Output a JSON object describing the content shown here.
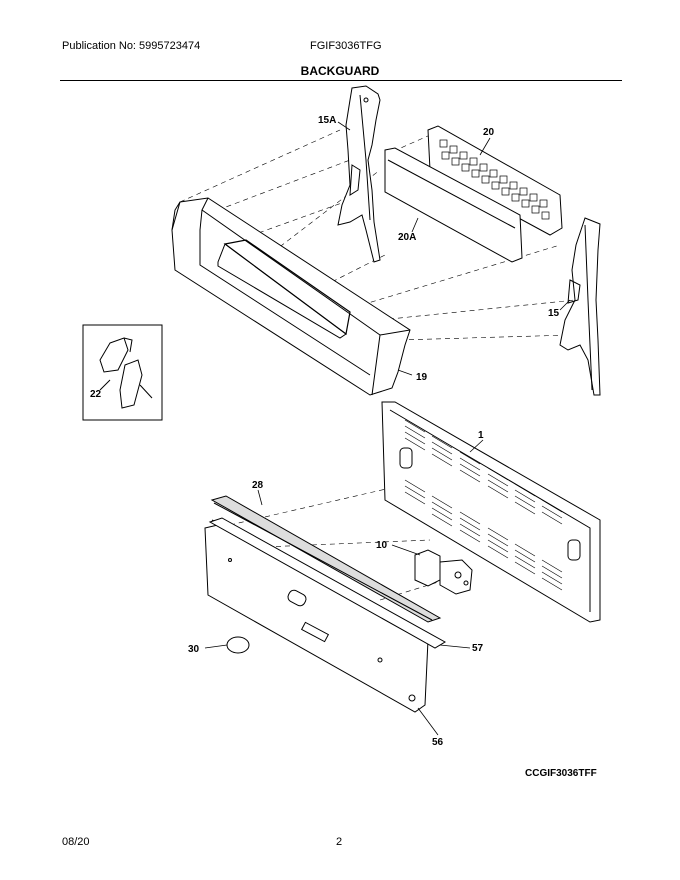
{
  "header": {
    "publication": "Publication No: 5995723474",
    "model": "FGIF3036TFG",
    "section_title": "BACKGUARD"
  },
  "callouts": {
    "c15A": "15A",
    "c20": "20",
    "c20A": "20A",
    "c15": "15",
    "c22": "22",
    "c19": "19",
    "c1": "1",
    "c28": "28",
    "c10": "10",
    "c30": "30",
    "c57": "57",
    "c56": "56"
  },
  "diagram_code": "CCGIF3036TFF",
  "footer": {
    "date": "08/20",
    "page": "2"
  }
}
